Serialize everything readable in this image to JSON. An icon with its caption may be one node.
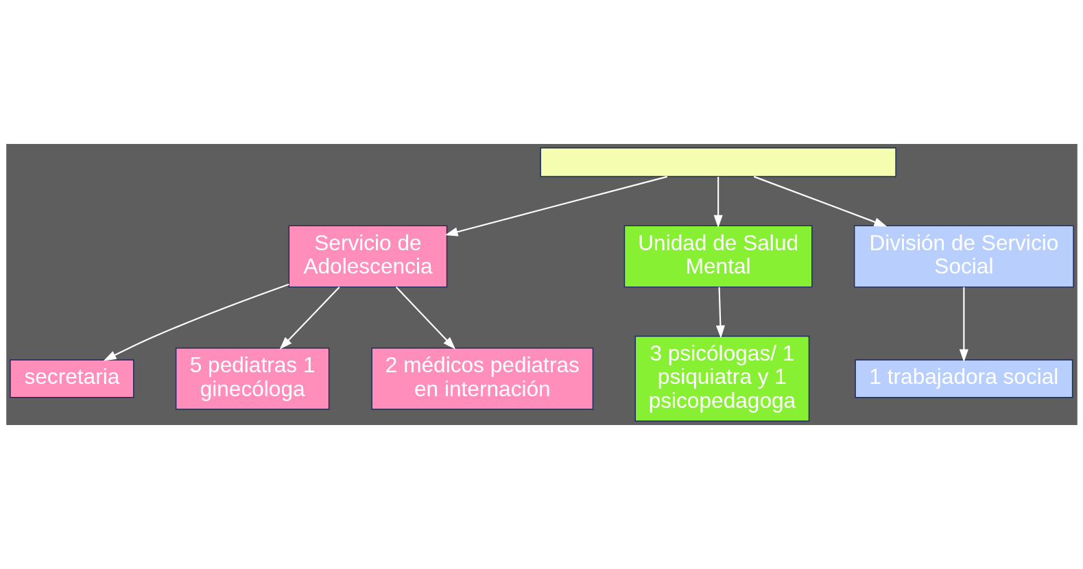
{
  "diagram": {
    "nodes": [
      {
        "text": [],
        "shape": "box"
      },
      {
        "text": [
          "Servicio de Adolescencia"
        ]
      },
      {
        "text": [
          "Unidad de Salud Mental"
        ]
      },
      {
        "text": [
          "División de Servicio Social"
        ]
      },
      {
        "text": [
          "secretaria"
        ]
      },
      {
        "text": [
          "5 pediatras 1 ginecóloga"
        ]
      },
      {
        "text": [
          "2 médicos pediatras en internación"
        ]
      },
      {
        "text": [
          "3 psicólogas/ 1 psiquiatra y 1 psicopedagoga"
        ]
      },
      {
        "text": [
          "1 trabajadora social"
        ]
      }
    ],
    "edges": [
      {
        "from": 0,
        "to": 1,
        "arrow": "to"
      },
      {
        "from": 0,
        "to": 2,
        "arrow": "to"
      },
      {
        "from": 0,
        "to": 3,
        "arrow": "to"
      },
      {
        "from": 1,
        "to": 4,
        "arrow": "to"
      },
      {
        "from": 1,
        "to": 5,
        "arrow": "to"
      },
      {
        "from": 1,
        "to": 6,
        "arrow": "to"
      },
      {
        "from": 2,
        "to": 7,
        "arrow": "to"
      },
      {
        "from": 3,
        "to": 8,
        "arrow": "to"
      }
    ]
  }
}
